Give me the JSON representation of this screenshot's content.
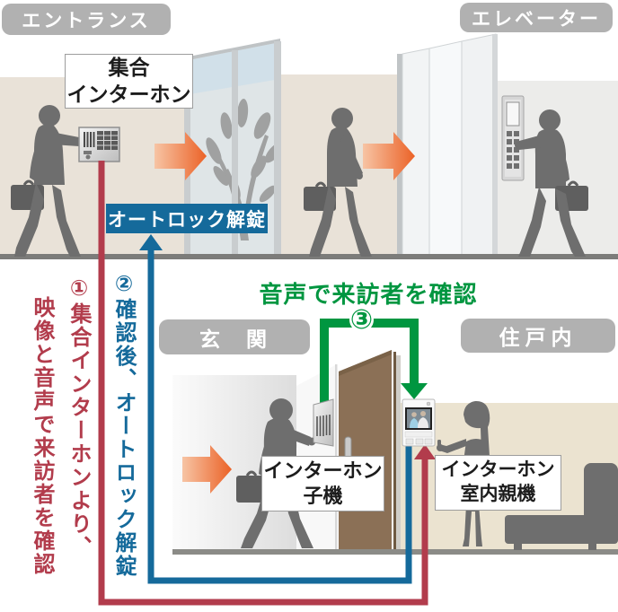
{
  "labels": {
    "entrance": "エントランス",
    "elevator": "エレベーター",
    "collective_intercom": "集合\nインターホン",
    "autolock": "オートロック解錠",
    "genkan": "玄　関",
    "unit_interior": "住戸内",
    "door_unit": "インターホン\n子機",
    "indoor_unit": "インターホン\n室内親機"
  },
  "steps": {
    "step1_col1": "①集合インターホンより、",
    "step1_col2": "映像と音声で来訪者を確認",
    "step2": "②確認後、オートロック解錠",
    "step3_title": "音声で来訪者を確認",
    "step3_badge": "③"
  },
  "colors": {
    "step1_red": "#b23c4c",
    "step2_blue": "#156a9b",
    "step3_green": "#009640",
    "label_gray": "#b1b1b1",
    "arrow_orange": "#ec6c2d",
    "wall_beige": "#e9e2d8",
    "wall_interior": "#ebe3d0",
    "silhouette_gray": "#6e6e6e"
  }
}
